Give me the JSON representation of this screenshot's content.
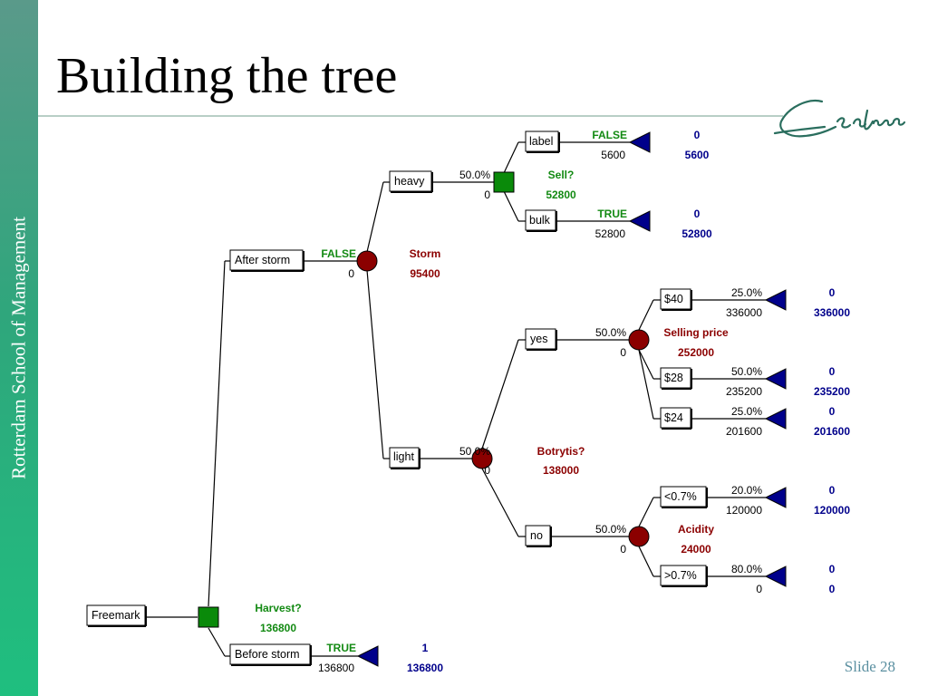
{
  "slide": {
    "title": "Building the tree",
    "sidebar_text": "Rotterdam School of Management",
    "slide_number": "Slide 28",
    "logo_icon": "erasmus-signature-logo"
  },
  "colors": {
    "decision_node": "#0a8a0a",
    "chance_node": "#8b0000",
    "terminal_node": "#00008b",
    "green_text": "#138a13",
    "red_text": "#8b0000",
    "blue_text": "#00008b"
  },
  "tree": {
    "root_label": "Freemark",
    "harvest": {
      "name": "Harvest?",
      "value": "136800"
    },
    "before_storm": {
      "label": "Before storm",
      "choice": "TRUE",
      "value": "136800",
      "prob": "1",
      "payoff": "136800"
    },
    "after_storm": {
      "label": "After storm",
      "choice": "FALSE",
      "value": "0"
    },
    "storm": {
      "name": "Storm",
      "value": "95400"
    },
    "heavy": {
      "label": "heavy",
      "prob": "50.0%",
      "value": "0"
    },
    "sell": {
      "name": "Sell?",
      "value": "52800"
    },
    "label_branch": {
      "label": "label",
      "choice": "FALSE",
      "value": "5600",
      "prob": "0",
      "payoff": "5600"
    },
    "bulk": {
      "label": "bulk",
      "choice": "TRUE",
      "value": "52800",
      "prob": "0",
      "payoff": "52800"
    },
    "light": {
      "label": "light",
      "prob": "50.0%",
      "value": "0"
    },
    "botrytis": {
      "name": "Botrytis?",
      "value": "138000"
    },
    "yes": {
      "label": "yes",
      "prob": "50.0%",
      "value": "0"
    },
    "selling_price": {
      "name": "Selling price",
      "value": "252000"
    },
    "p40": {
      "label": "$40",
      "prob": "25.0%",
      "value": "336000",
      "tprob": "0",
      "payoff": "336000"
    },
    "p28": {
      "label": "$28",
      "prob": "50.0%",
      "value": "235200",
      "tprob": "0",
      "payoff": "235200"
    },
    "p24": {
      "label": "$24",
      "prob": "25.0%",
      "value": "201600",
      "tprob": "0",
      "payoff": "201600"
    },
    "no": {
      "label": "no",
      "prob": "50.0%",
      "value": "0"
    },
    "acidity": {
      "name": "Acidity",
      "value": "24000"
    },
    "lt07": {
      "label": "<0.7%",
      "prob": "20.0%",
      "value": "120000",
      "tprob": "0",
      "payoff": "120000"
    },
    "gt07": {
      "label": ">0.7%",
      "prob": "80.0%",
      "value": "0",
      "tprob": "0",
      "payoff": "0"
    }
  }
}
